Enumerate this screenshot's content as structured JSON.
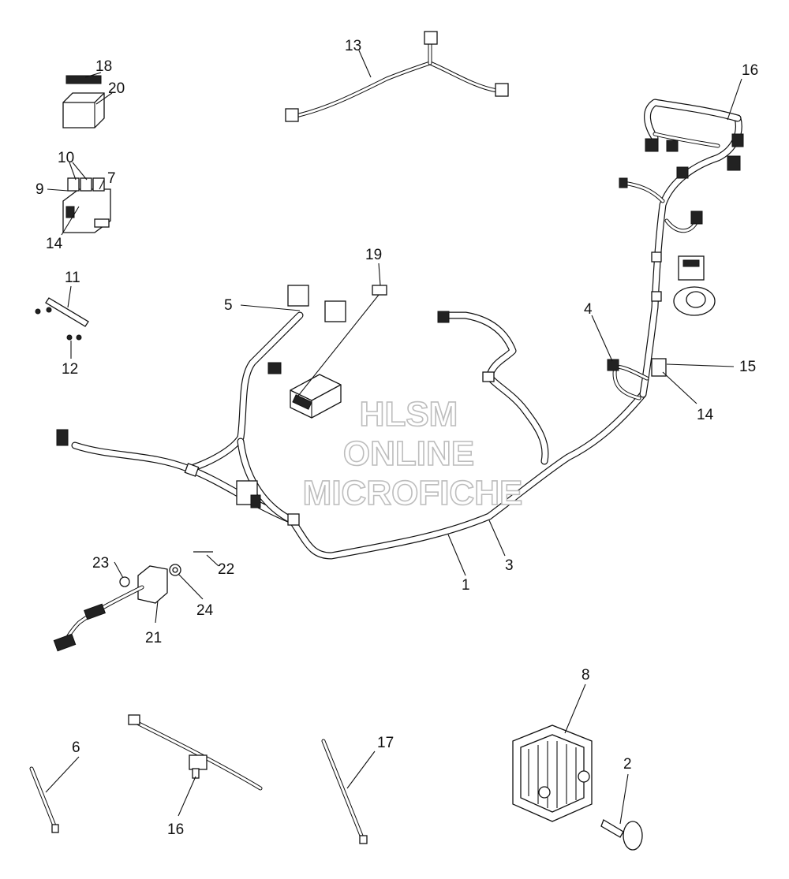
{
  "watermark": {
    "line1": "HLSM",
    "line2": "ONLINE",
    "line3": "MICROFICHE"
  },
  "callouts": [
    {
      "id": "c1",
      "text": "1"
    },
    {
      "id": "c2",
      "text": "2"
    },
    {
      "id": "c3",
      "text": "3"
    },
    {
      "id": "c4",
      "text": "4"
    },
    {
      "id": "c5",
      "text": "5"
    },
    {
      "id": "c6",
      "text": "6"
    },
    {
      "id": "c7",
      "text": "7"
    },
    {
      "id": "c8",
      "text": "8"
    },
    {
      "id": "c9",
      "text": "9"
    },
    {
      "id": "c10",
      "text": "10"
    },
    {
      "id": "c11",
      "text": "11"
    },
    {
      "id": "c12",
      "text": "12"
    },
    {
      "id": "c13",
      "text": "13"
    },
    {
      "id": "c14a",
      "text": "14"
    },
    {
      "id": "c14b",
      "text": "14"
    },
    {
      "id": "c15",
      "text": "15"
    },
    {
      "id": "c16a",
      "text": "16"
    },
    {
      "id": "c16b",
      "text": "16"
    },
    {
      "id": "c17",
      "text": "17"
    },
    {
      "id": "c18",
      "text": "18"
    },
    {
      "id": "c19",
      "text": "19"
    },
    {
      "id": "c20",
      "text": "20"
    },
    {
      "id": "c21",
      "text": "21"
    },
    {
      "id": "c22",
      "text": "22"
    },
    {
      "id": "c23",
      "text": "23"
    },
    {
      "id": "c24",
      "text": "24"
    }
  ]
}
